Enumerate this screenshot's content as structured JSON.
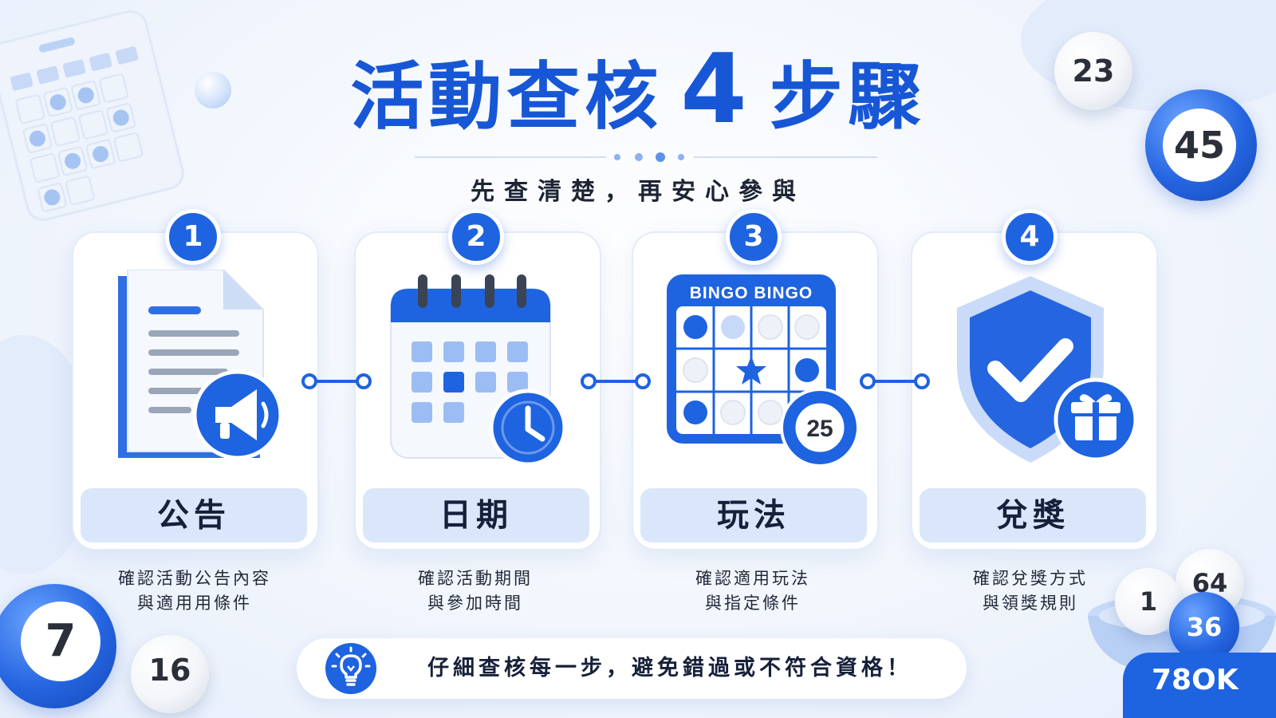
{
  "title": {
    "prefix": "活動查核",
    "number": "4",
    "suffix": "步驟"
  },
  "subtitle": "先查清楚，再安心參與",
  "steps": [
    {
      "number": "1",
      "label": "公告",
      "desc_line1": "確認活動公告內容",
      "desc_line2": "與適用用條件"
    },
    {
      "number": "2",
      "label": "日期",
      "desc_line1": "確認活動期間",
      "desc_line2": "與參加時間"
    },
    {
      "number": "3",
      "label": "玩法",
      "desc_line1": "確認適用玩法",
      "desc_line2": "與指定條件",
      "bingo_header": "BINGO BINGO",
      "ball_number": "25"
    },
    {
      "number": "4",
      "label": "兌獎",
      "desc_line1": "確認兌獎方式",
      "desc_line2": "與領獎規則"
    }
  ],
  "tip": {
    "text": "仔細查核每一步，避免錯過或不符合資格！",
    "icon": "lightbulb-icon"
  },
  "balls": [
    "23",
    "45",
    "7",
    "16",
    "64",
    "1",
    "36"
  ],
  "brand": "78OK",
  "colors": {
    "primary": "#1e63e0",
    "title": "#1757d6",
    "label_bg": "#dae6fa",
    "background": "#f3f7fd"
  }
}
